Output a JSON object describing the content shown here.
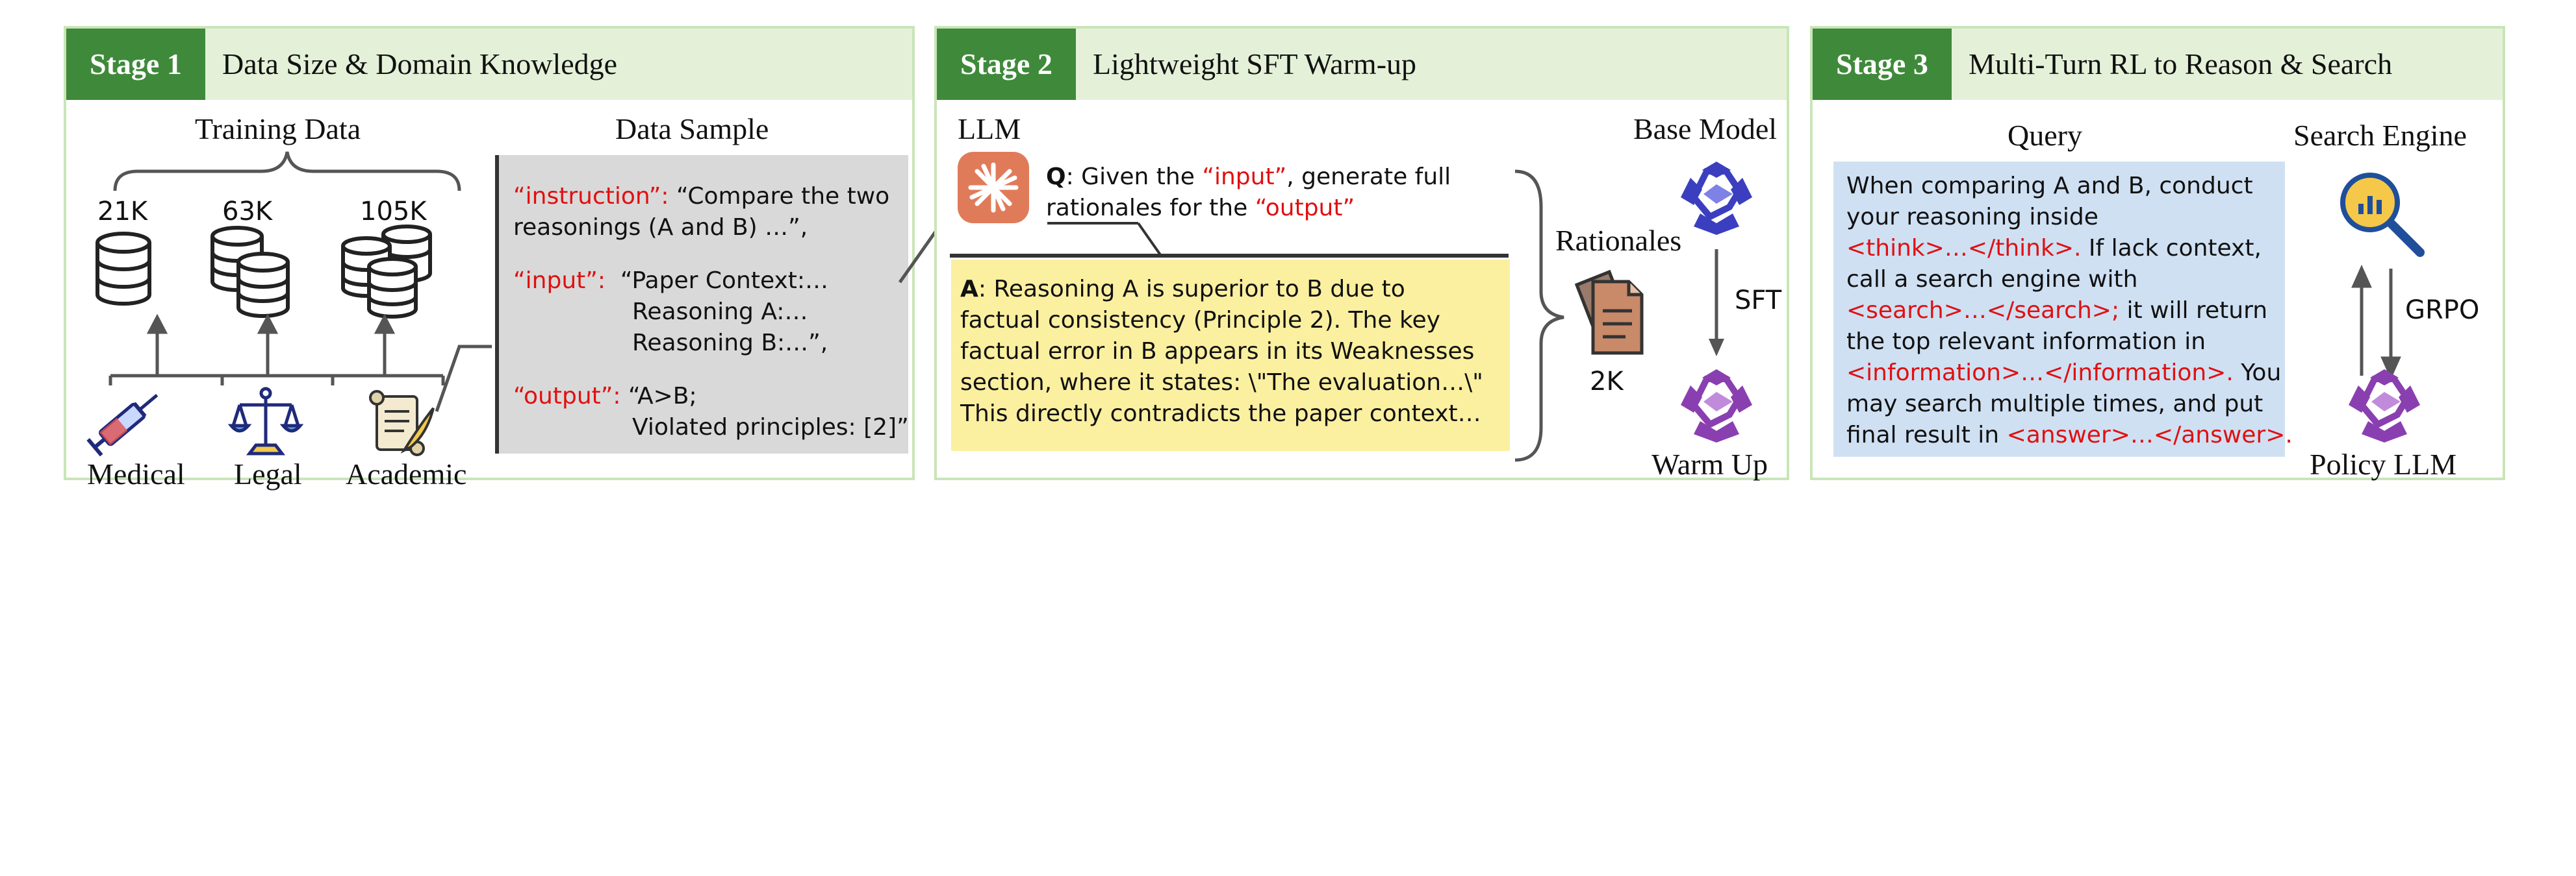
{
  "stage1": {
    "badge": "Stage 1",
    "title": "Data Size & Domain Knowledge",
    "training_data_label": "Training Data",
    "data_sample_label": "Data Sample",
    "sizes": [
      "21K",
      "63K",
      "105K"
    ],
    "domains": [
      "Medical",
      "Legal",
      "Academic"
    ],
    "sample": {
      "instruction_key": "“instruction”:",
      "instruction_val_1": " “Compare the two",
      "instruction_val_2": "reasonings (A and B) …”,",
      "input_key": "“input”:",
      "input_val_1": "  “Paper Context:…",
      "input_val_2": "Reasoning A:…",
      "input_val_3": "Reasoning B:…”,",
      "output_key": "“output”:",
      "output_val_1": " “A>B;",
      "output_val_2": "Violated principles: [2]”"
    }
  },
  "stage2": {
    "badge": "Stage 2",
    "title": "Lightweight SFT Warm-up",
    "llm_label": "LLM",
    "q_prefix": "Q",
    "q_text_1": ": Given the ",
    "q_input": "“input”",
    "q_text_2": ", generate full",
    "q_text_3": "rationales for the ",
    "q_output": "“output”",
    "a_prefix": "A",
    "a_lines": [
      ": Reasoning A is superior to B due to",
      "factual consistency (Principle 2). The key",
      "factual error in B appears in its Weaknesses",
      "section, where it states: \\\"The evaluation…\\\"",
      "This directly contradicts the paper context…"
    ],
    "rationales_label": "Rationales",
    "rationales_count": "2K",
    "base_model_label": "Base Model",
    "sft_label": "SFT",
    "warm_up_label": "Warm Up"
  },
  "stage3": {
    "badge": "Stage 3",
    "title": "Multi-Turn RL to Reason & Search",
    "query_label": "Query",
    "search_engine_label": "Search Engine",
    "grpo_label": "GRPO",
    "policy_llm_label": "Policy LLM",
    "query": {
      "l1": "When comparing A and B, conduct",
      "l2": "your reasoning inside",
      "l3_tag": "<think>…</think>.",
      "l3_text": " If lack context,",
      "l4": "call a search engine with",
      "l5_tag": "<search>…</search>;",
      "l5_text": " it will return",
      "l6": "the top relevant information in",
      "l7_tag": "<information>…</information>.",
      "l7_text": " You",
      "l8": "may search multiple times, and put",
      "l9_text": "final result in ",
      "l9_tag": "<answer>…</answer>."
    }
  },
  "colors": {
    "stage_badge": "#3f8a3a",
    "header_bg": "#e4f1d8",
    "panel_border": "#c9e5b8",
    "sample_bg": "#d9d9d9",
    "answer_bg": "#fbf0a0",
    "query_bg": "#cfe0f3",
    "highlight_red": "#e01010",
    "model_purple": "#8a3fb0",
    "model_blue": "#3b3fbf"
  },
  "icons": [
    "database-icon",
    "syringe-icon",
    "scales-icon",
    "scroll-quill-icon",
    "llm-logo-icon",
    "documents-icon",
    "model-logo-icon",
    "search-magnifier-icon"
  ]
}
